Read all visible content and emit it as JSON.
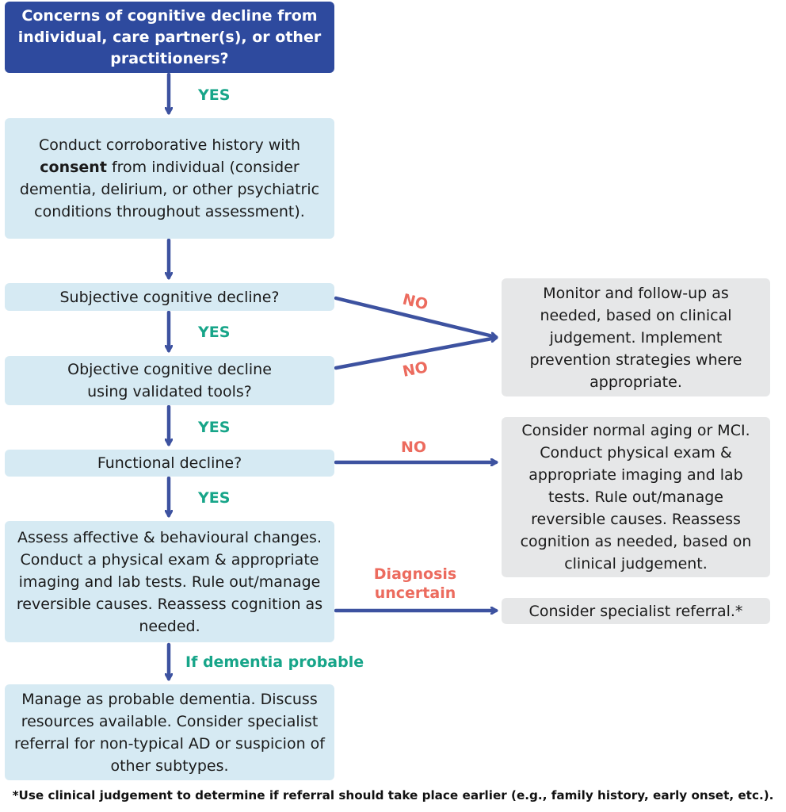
{
  "boxes": {
    "concerns": "Concerns of cognitive decline from individual, care partner(s), or other practitioners?",
    "history_pre": "Conduct corroborative history with ",
    "history_bold": "consent",
    "history_post": " from individual (consider dementia, delirium, or other psychiatric conditions throughout assessment).",
    "subjective": "Subjective cognitive decline?",
    "objective_1": "Objective cognitive decline",
    "objective_2": "using validated tools?",
    "functional": "Functional decline?",
    "assess": "Assess affective & behavioural changes. Conduct a physical exam & appropriate imaging and lab tests. Rule out/manage reversible causes. Reassess cognition as needed.",
    "manage": "Manage as probable dementia. Discuss resources available. Consider specialist referral for non-typical AD or suspicion of other subtypes.",
    "monitor": "Monitor and follow-up as needed, based on clinical judgement. Implement prevention strategies where appropriate.",
    "normal_aging": "Consider normal aging or MCI. Conduct physical exam & appropriate imaging and lab tests. Rule out/manage reversible causes. Reassess cognition as needed, based on clinical judgement.",
    "specialist": "Consider specialist referral.*"
  },
  "labels": {
    "yes_1": "YES",
    "yes_2": "YES",
    "yes_3": "YES",
    "yes_4": "YES",
    "no_1": "NO",
    "no_2": "NO",
    "no_3": "NO",
    "diagnosis_1": "Diagnosis",
    "diagnosis_2": "uncertain",
    "dementia_probable": "If dementia probable"
  },
  "footnote": "*Use clinical judgement to determine if referral should take place earlier (e.g., family history, early onset, etc.).",
  "colors": {
    "arrow": "#3d52a0",
    "dark_box": "#2e4a9e",
    "blue_box": "#d6eaf3",
    "grey_box": "#e6e7e8",
    "yes": "#17a589",
    "no": "#ec6b5e"
  }
}
